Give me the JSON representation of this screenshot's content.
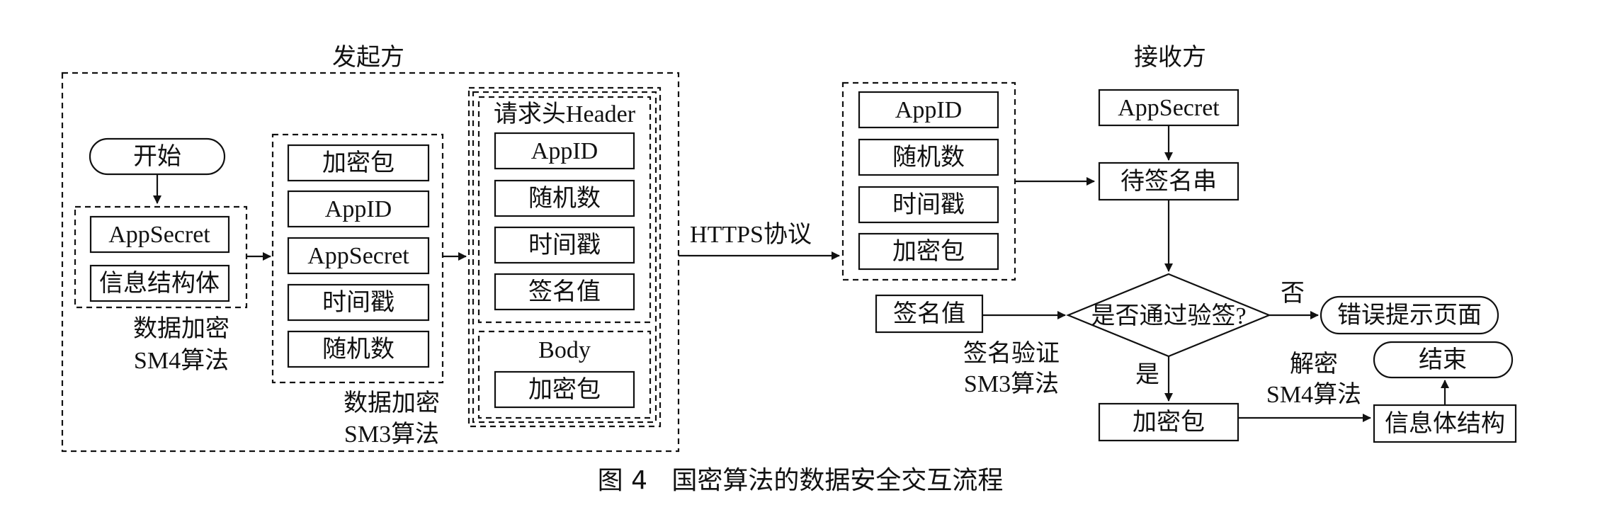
{
  "sender": {
    "title": "发起方",
    "start": "开始",
    "source_items": [
      "AppSecret",
      "信息结构体"
    ],
    "step1_algo": [
      "数据加密",
      "SM4算法"
    ],
    "package_items": [
      "加密包",
      "AppID",
      "AppSecret",
      "时间戳",
      "随机数"
    ],
    "step2_algo": [
      "数据加密",
      "SM3算法"
    ],
    "header_title": "请求头Header",
    "header_items": [
      "AppID",
      "随机数",
      "时间戳",
      "签名值"
    ],
    "body_title": "Body",
    "body_items": [
      "加密包"
    ]
  },
  "transport": "HTTPS协议",
  "receiver": {
    "title": "接收方",
    "received_items": [
      "AppID",
      "随机数",
      "时间戳",
      "加密包"
    ],
    "appsecret": "AppSecret",
    "to_sign": "待签名串",
    "signature": "签名值",
    "verify_algo": [
      "签名验证",
      "SM3算法"
    ],
    "decision": "是否通过验签?",
    "no_label": "否",
    "yes_label": "是",
    "error": "错误提示页面",
    "encrypted_package": "加密包",
    "decrypt_algo": [
      "解密",
      "SM4算法"
    ],
    "info_struct": "信息体结构",
    "end": "结束"
  },
  "caption": "图 4   国密算法的数据安全交互流程"
}
